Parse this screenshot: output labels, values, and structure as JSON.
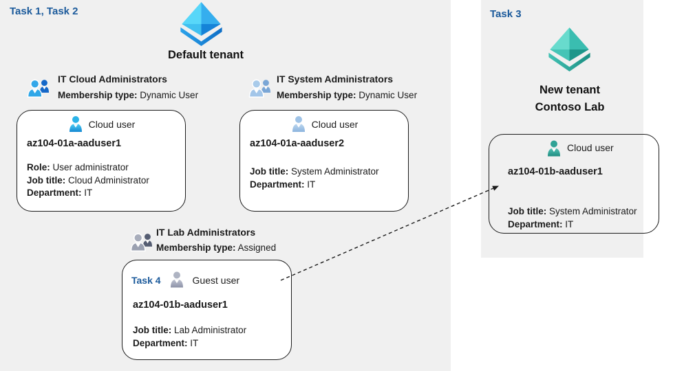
{
  "left_panel": {
    "task_label": "Task 1, Task 2",
    "tenant_name": "Default tenant",
    "groups": [
      {
        "name": "IT Cloud Administrators",
        "membership_label": "Membership type:",
        "membership_value": "Dynamic User"
      },
      {
        "name": "IT System Administrators",
        "membership_label": "Membership type:",
        "membership_value": "Dynamic User"
      },
      {
        "name": "IT Lab Administrators",
        "membership_label": "Membership type:",
        "membership_value": "Assigned"
      }
    ],
    "cards": [
      {
        "user_type": "Cloud user",
        "username": "az104-01a-aaduser1",
        "fields": [
          {
            "label": "Role:",
            "value": "User administrator"
          },
          {
            "label": "Job title:",
            "value": "Cloud Administrator"
          },
          {
            "label": "Department:",
            "value": "IT"
          }
        ]
      },
      {
        "user_type": "Cloud user",
        "username": "az104-01a-aaduser2",
        "fields": [
          {
            "label": "Job title:",
            "value": "System Administrator"
          },
          {
            "label": "Department:",
            "value": "IT"
          }
        ]
      },
      {
        "task_label": "Task 4",
        "user_type": "Guest user",
        "username": "az104-01b-aaduser1",
        "fields": [
          {
            "label": "Job title:",
            "value": "Lab Administrator"
          },
          {
            "label": "Department:",
            "value": "IT"
          }
        ]
      }
    ]
  },
  "right_panel": {
    "task_label": "Task 3",
    "tenant_name_line1": "New tenant",
    "tenant_name_line2": "Contoso Lab",
    "card": {
      "user_type": "Cloud user",
      "username": "az104-01b-aaduser1",
      "fields": [
        {
          "label": "Job title:",
          "value": "System Administrator"
        },
        {
          "label": "Department:",
          "value": "IT"
        }
      ]
    }
  },
  "connection": {
    "from": "guest-user-card",
    "to": "new-tenant-cloud-user-card",
    "style": "dashed-arrow"
  },
  "colors": {
    "task_label": "#1b5a9b",
    "panel_bg": "#f0f0f0",
    "card_border": "#1a1a1a",
    "azure_blue_light": "#58d7f9",
    "azure_blue_dark": "#0e6ec6",
    "teal_light": "#68dbcd",
    "teal_dark": "#1e968a",
    "cyan_user": "#2bb3e8",
    "pale_user": "#9fc3e7",
    "gray_user": "#9aa0b0",
    "teal_user": "#2fa396"
  }
}
